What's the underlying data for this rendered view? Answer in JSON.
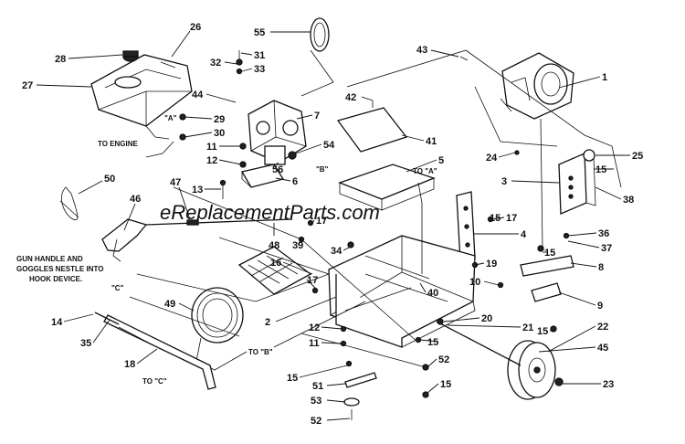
{
  "watermark": "eReplacementParts.com",
  "notes": {
    "to_engine": "TO ENGINE",
    "gun_handle_1": "GUN HANDLE AND",
    "gun_handle_2": "GOGGLES NESTLE INTO",
    "gun_handle_3": "HOOK DEVICE.",
    "ref_a1": "\"A\"",
    "ref_b1": "\"B\"",
    "to_a1": "TO \"A\"",
    "ref_c1": "\"C\"",
    "to_b": "TO \"B\"",
    "to_c": "TO \"C\""
  },
  "callouts": [
    {
      "id": "c1",
      "text": "1"
    },
    {
      "id": "c2",
      "text": "2"
    },
    {
      "id": "c3",
      "text": "3"
    },
    {
      "id": "c4",
      "text": "4"
    },
    {
      "id": "c5",
      "text": "5"
    },
    {
      "id": "c6",
      "text": "6"
    },
    {
      "id": "c7",
      "text": "7"
    },
    {
      "id": "c8",
      "text": "8"
    },
    {
      "id": "c9",
      "text": "9"
    },
    {
      "id": "c10",
      "text": "10"
    },
    {
      "id": "c11a",
      "text": "11"
    },
    {
      "id": "c11b",
      "text": "11"
    },
    {
      "id": "c12a",
      "text": "12"
    },
    {
      "id": "c12b",
      "text": "12"
    },
    {
      "id": "c13",
      "text": "13"
    },
    {
      "id": "c14",
      "text": "14"
    },
    {
      "id": "c15a",
      "text": "15"
    },
    {
      "id": "c15b",
      "text": "15"
    },
    {
      "id": "c15c",
      "text": "15"
    },
    {
      "id": "c15d",
      "text": "15"
    },
    {
      "id": "c15e",
      "text": "15"
    },
    {
      "id": "c15f",
      "text": "15"
    },
    {
      "id": "c15g",
      "text": "15"
    },
    {
      "id": "c16",
      "text": "16"
    },
    {
      "id": "c17a",
      "text": "17"
    },
    {
      "id": "c17b",
      "text": "17"
    },
    {
      "id": "c17c",
      "text": "17"
    },
    {
      "id": "c18",
      "text": "18"
    },
    {
      "id": "c19",
      "text": "19"
    },
    {
      "id": "c20",
      "text": "20"
    },
    {
      "id": "c21",
      "text": "21"
    },
    {
      "id": "c22",
      "text": "22"
    },
    {
      "id": "c23",
      "text": "23"
    },
    {
      "id": "c24",
      "text": "24"
    },
    {
      "id": "c25",
      "text": "25"
    },
    {
      "id": "c26",
      "text": "26"
    },
    {
      "id": "c27",
      "text": "27"
    },
    {
      "id": "c28",
      "text": "28"
    },
    {
      "id": "c29",
      "text": "29"
    },
    {
      "id": "c30",
      "text": "30"
    },
    {
      "id": "c31",
      "text": "31"
    },
    {
      "id": "c32",
      "text": "32"
    },
    {
      "id": "c33",
      "text": "33"
    },
    {
      "id": "c34",
      "text": "34"
    },
    {
      "id": "c35",
      "text": "35"
    },
    {
      "id": "c36",
      "text": "36"
    },
    {
      "id": "c37",
      "text": "37"
    },
    {
      "id": "c38",
      "text": "38"
    },
    {
      "id": "c39",
      "text": "39"
    },
    {
      "id": "c40",
      "text": "40"
    },
    {
      "id": "c41",
      "text": "41"
    },
    {
      "id": "c42",
      "text": "42"
    },
    {
      "id": "c43",
      "text": "43"
    },
    {
      "id": "c44",
      "text": "44"
    },
    {
      "id": "c45",
      "text": "45"
    },
    {
      "id": "c46",
      "text": "46"
    },
    {
      "id": "c47",
      "text": "47"
    },
    {
      "id": "c48",
      "text": "48"
    },
    {
      "id": "c49",
      "text": "49"
    },
    {
      "id": "c50",
      "text": "50"
    },
    {
      "id": "c51",
      "text": "51"
    },
    {
      "id": "c52a",
      "text": "52"
    },
    {
      "id": "c52b",
      "text": "52"
    },
    {
      "id": "c53",
      "text": "53"
    },
    {
      "id": "c54",
      "text": "54"
    },
    {
      "id": "c55",
      "text": "55"
    },
    {
      "id": "c56",
      "text": "56"
    }
  ]
}
